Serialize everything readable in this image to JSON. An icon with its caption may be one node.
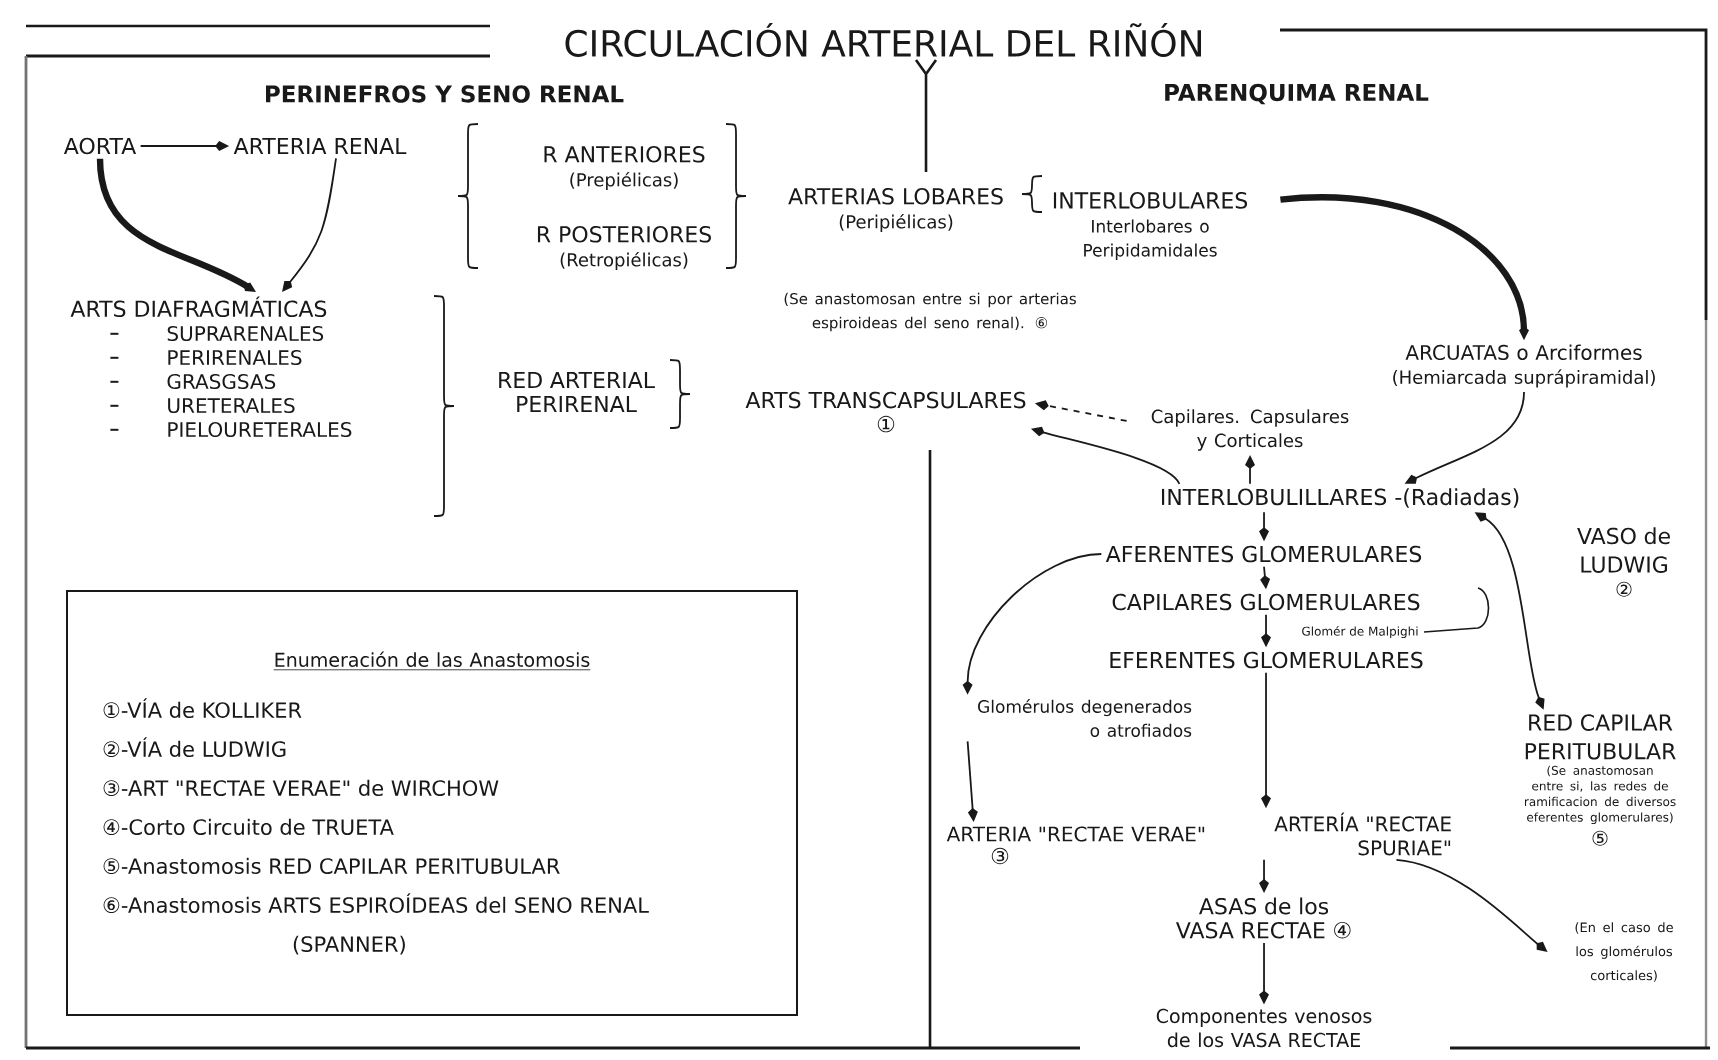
{
  "diagram": {
    "title": "CIRCULACIÓN ARTERIAL DEL RIÑÓN",
    "nodes": [
      {
        "text": [
          "AORTA"
        ]
      },
      {
        "text": [
          "ARTERIA RENAL"
        ]
      },
      {
        "text": [
          "R ANTERIORES",
          "(Prepiélicas)"
        ]
      },
      {
        "text": [
          "R POSTERIORES",
          "(Retropiélicas)"
        ]
      },
      {
        "text": [
          "ARTERIAS LOBARES",
          "(Peripiélicas)"
        ]
      },
      {
        "text": [
          "(Se anastomosan entre si por arterias espiroideas del seno renal). ⑥"
        ]
      },
      {
        "text": [
          "ARTS DIAFRAGMÁTICAS",
          "SUPRARENALES",
          "PERIRENALES",
          "GRASGSAS",
          "URETERALES",
          "PIELOURETERALES"
        ]
      },
      {
        "text": [
          "RED ARTERIAL PERIRENAL"
        ]
      },
      {
        "text": [
          "ARTS TRANSCAPSULARES",
          "①"
        ]
      },
      {
        "text": [
          "INTERLOBULARES",
          "Interlobares o Peripidamidales"
        ]
      },
      {
        "text": [
          "ARCUATAS o Arciformes",
          "(Hemiarcada suprápiramidal)"
        ]
      },
      {
        "text": [
          "Capilares. Capsulares y Corticales"
        ]
      },
      {
        "text": [
          "INTERLOBULILLARES -(Radiadas)"
        ]
      },
      {
        "text": [
          "AFERENTES GLOMERULARES"
        ]
      },
      {
        "text": [
          "VASO de LUDWIG",
          "②"
        ]
      },
      {
        "text": [
          "CAPILARES GLOMERULARES"
        ],
        "beside": [
          "Glomér de Malpighi"
        ]
      },
      {
        "text": [
          "EFERENTES GLOMERULARES"
        ]
      },
      {
        "text": [
          "RED CAPILAR PERITUBULAR",
          "(Se anastomosan entre si, las redes de ramificacion de diversos eferentes glomerulares)",
          "⑤"
        ]
      },
      {
        "text": [
          "Glomérulos degenerados o atrofiados"
        ]
      },
      {
        "text": [
          "ARTERIA \"RECTAE VERAE\""
        ],
        "beside": [
          "③"
        ]
      },
      {
        "text": [
          "ARTERÍA \"RECTAE SPURIAE\""
        ]
      },
      {
        "text": [
          "ASAS de los VASA RECTAE",
          "④"
        ]
      },
      {
        "text": [
          "(En el caso de los glomérulos corticales)"
        ]
      },
      {
        "text": [
          "Componentes venosos de los VASA RECTAE"
        ]
      },
      {
        "text": [
          "Enumeración de las Anastomosis",
          "①-VÍA de KOLLIKER",
          "②-VÍA de LUDWIG",
          "③-ART \"RECTAE VERAE\" de WIRCHOW",
          "④-Corto Circuito de TRUETA",
          "⑤-Anastomosis RED CAPILAR PERITUBULAR",
          "⑥-Anastomosis ARTS ESPIROÍDEAS del SENO RENAL (SPANNER)"
        ]
      }
    ],
    "edges": [
      {
        "from": 0,
        "to": 1,
        "arrow": "to"
      },
      {
        "from": 0,
        "to": 6,
        "arrow": "to",
        "style": "thick"
      },
      {
        "from": 1,
        "to": 6,
        "arrow": "to"
      },
      {
        "from": 9,
        "to": 10,
        "arrow": "to",
        "style": "thick"
      },
      {
        "from": 10,
        "to": 12,
        "arrow": "to"
      },
      {
        "from": 11,
        "to": 8,
        "arrow": "to",
        "style": "dashed"
      },
      {
        "from": 12,
        "to": 8,
        "arrow": "to"
      },
      {
        "from": 12,
        "to": 11,
        "arrow": "to"
      },
      {
        "from": 12,
        "to": 13,
        "arrow": "to"
      },
      {
        "from": 12,
        "to": 17,
        "arrow": "both"
      },
      {
        "from": 13,
        "to": 15,
        "arrow": "to"
      },
      {
        "from": 15,
        "to": 16,
        "arrow": "to"
      },
      {
        "from": 13,
        "to": 18,
        "arrow": "to"
      },
      {
        "from": 18,
        "to": 19,
        "arrow": "to"
      },
      {
        "from": 16,
        "to": 20,
        "arrow": "to"
      },
      {
        "from": 20,
        "to": 21,
        "arrow": "to"
      },
      {
        "from": 21,
        "to": 23,
        "arrow": "to"
      },
      {
        "from": 20,
        "to": 22,
        "arrow": "to"
      }
    ],
    "labels": [
      "PERINEFROS Y SENO RENAL",
      "PARENQUIMA RENAL"
    ]
  }
}
